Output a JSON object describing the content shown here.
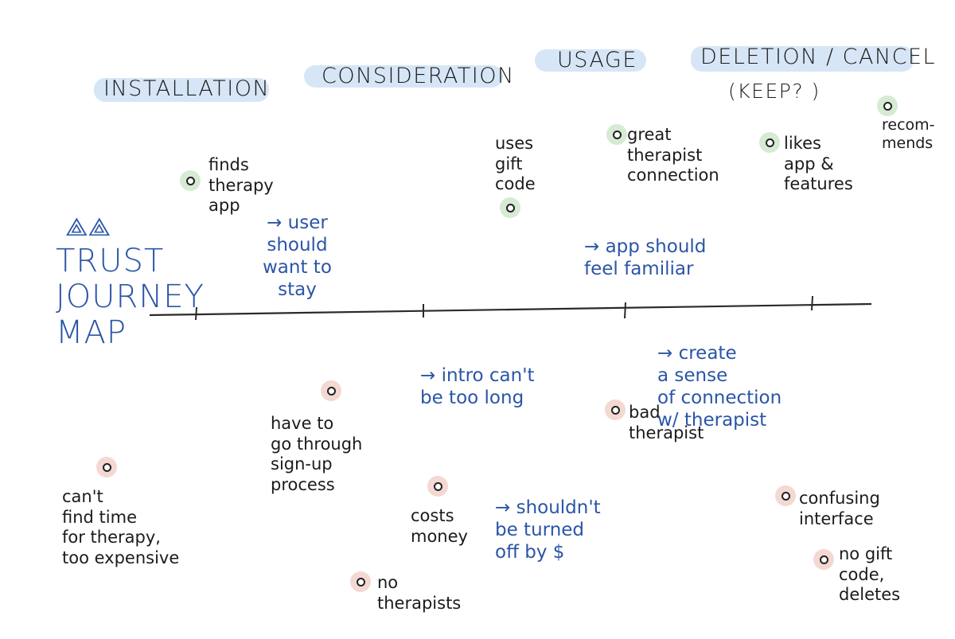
{
  "title": {
    "logo": "⟁⟁",
    "text": "TRUST\nJOURNEY\nMAP"
  },
  "stages": [
    "INSTALLATION",
    "CONSIDERATION",
    "USAGE",
    "DELETION / CANCEL",
    "(KEEP? )"
  ],
  "positives": [
    "finds\ntherapy\napp",
    "uses\ngift\ncode",
    "great\ntherapist\nconnection",
    "likes\napp &\nfeatures",
    "recom-\nmends"
  ],
  "negatives": [
    "can't\nfind time\nfor therapy,\ntoo expensive",
    "have to\ngo through\nsign-up\nprocess",
    "costs\nmoney",
    "no\ntherapists",
    "bad\ntherapist",
    "confusing\ninterface",
    "no gift\ncode,\ndeletes"
  ],
  "insights": [
    "→ user\nshould\nwant to\nstay",
    "→ app should\nfeel familiar",
    "→ intro can't\nbe too long",
    "→ create\na sense\nof connection\nw/ therapist",
    "→ shouldn't\nbe turned\noff by $"
  ],
  "colors": {
    "ink": "#1b1b1b",
    "blue": "#2b55a6",
    "highlight": "#cfe2f5",
    "positive": "#d5ebd3",
    "negative": "#f4d8d2"
  }
}
